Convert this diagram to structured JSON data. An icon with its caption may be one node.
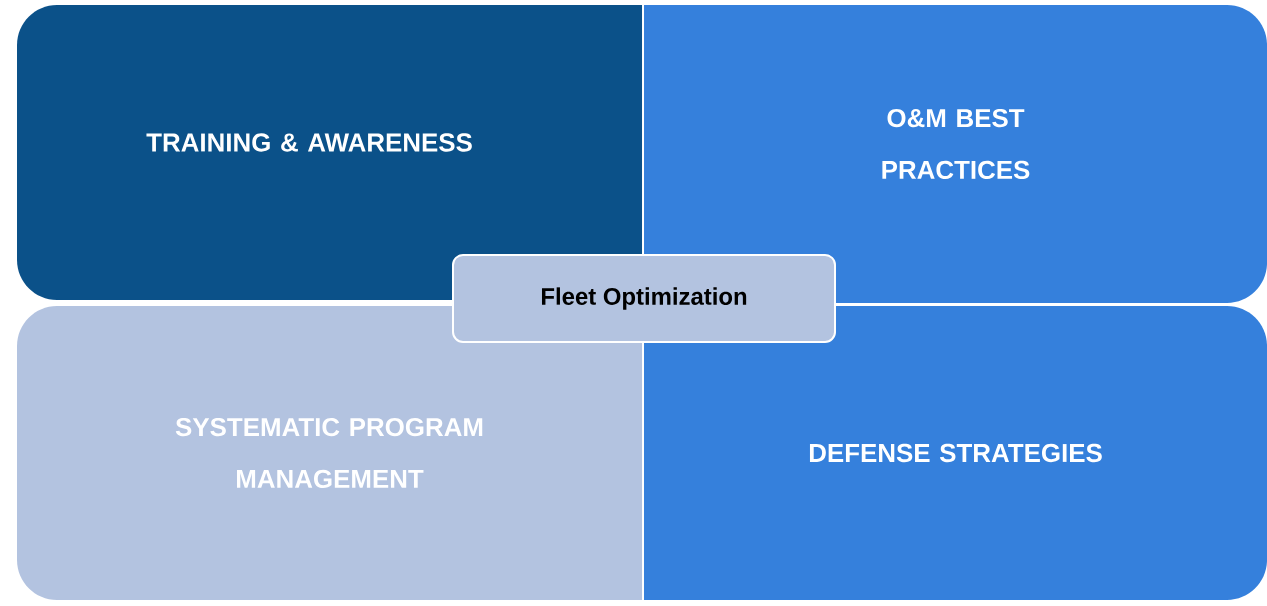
{
  "diagram": {
    "nodes": [
      {
        "text": [
          "TRAINING & AWARENESS"
        ]
      },
      {
        "text": [
          "O&M BEST PRACTICES"
        ]
      },
      {
        "text": [
          "Fleet Optimization"
        ]
      },
      {
        "text": [
          "SYSTEMATIC PROGRAM MANAGEMENT"
        ]
      },
      {
        "text": [
          "DEFENSE STRATEGIES"
        ]
      }
    ]
  }
}
